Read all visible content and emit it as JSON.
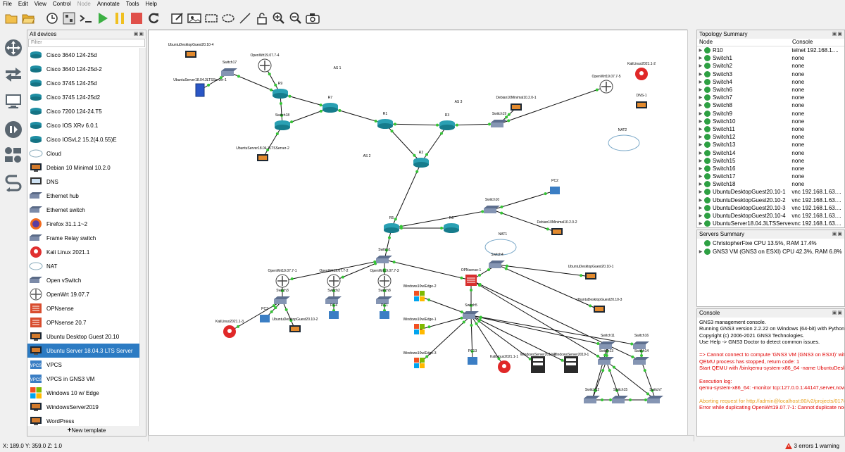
{
  "menu": [
    "File",
    "Edit",
    "View",
    "Control",
    "Node",
    "Annotate",
    "Tools",
    "Help"
  ],
  "devices_panel": {
    "title": "All devices",
    "filter_placeholder": "Filter",
    "items": [
      "Cisco 3640 124-25d",
      "Cisco 3640 124-25d-2",
      "Cisco 3745 124-25d",
      "Cisco 3745 124-25d2",
      "Cisco 7200 124-24.T5",
      "Cisco IOS XRv 6.0.1",
      "Cisco IOSvL2 15.2(4.0.55)E",
      "Cloud",
      "Debian 10 Minimal 10.2.0",
      "DNS",
      "Ethernet hub",
      "Ethernet switch",
      "Firefox 31.1.1~2",
      "Frame Relay switch",
      "Kali Linux 2021.1",
      "NAT",
      "Open vSwitch",
      "OpenWrt 19.07.7",
      "OPNsense",
      "OPNsense 20.7",
      "Ubuntu Desktop Guest 20.10",
      "Ubuntu Server 18.04.3 LTS Server",
      "VPCS",
      "VPCS in GNS3 VM",
      "Windows 10 w/ Edge",
      "WindowsServer2019",
      "WordPress"
    ],
    "selected_index": 21,
    "new_template": "New template"
  },
  "topology": {
    "title": "Topology Summary",
    "col_node": "Node",
    "col_console": "Console",
    "rows": [
      {
        "node": "R10",
        "console": "telnet 192.168.1...."
      },
      {
        "node": "Switch1",
        "console": "none"
      },
      {
        "node": "Switch2",
        "console": "none"
      },
      {
        "node": "Switch3",
        "console": "none"
      },
      {
        "node": "Switch4",
        "console": "none"
      },
      {
        "node": "Switch6",
        "console": "none"
      },
      {
        "node": "Switch7",
        "console": "none"
      },
      {
        "node": "Switch8",
        "console": "none"
      },
      {
        "node": "Switch9",
        "console": "none"
      },
      {
        "node": "Switch10",
        "console": "none"
      },
      {
        "node": "Switch11",
        "console": "none"
      },
      {
        "node": "Switch12",
        "console": "none"
      },
      {
        "node": "Switch13",
        "console": "none"
      },
      {
        "node": "Switch14",
        "console": "none"
      },
      {
        "node": "Switch15",
        "console": "none"
      },
      {
        "node": "Switch16",
        "console": "none"
      },
      {
        "node": "Switch17",
        "console": "none"
      },
      {
        "node": "Switch18",
        "console": "none"
      },
      {
        "node": "UbuntuDesktopGuest20.10-1",
        "console": "vnc 192.168.1.63...."
      },
      {
        "node": "UbuntuDesktopGuest20.10-2",
        "console": "vnc 192.168.1.63...."
      },
      {
        "node": "UbuntuDesktopGuest20.10-3",
        "console": "vnc 192.168.1.63...."
      },
      {
        "node": "UbuntuDesktopGuest20.10-4",
        "console": "vnc 192.168.1.63...."
      },
      {
        "node": "UbuntuServer18.04.3LTSServer-1",
        "console": "vnc 192.168.1.63...."
      }
    ]
  },
  "servers": {
    "title": "Servers Summary",
    "rows": [
      "ChristopherFixe CPU 13.5%, RAM 17.4%",
      "GNS3 VM (GNS3 on ESXI) CPU 42.3%, RAM 6.8%"
    ]
  },
  "console": {
    "title": "Console",
    "lines": [
      {
        "t": "GNS3 management console.",
        "c": ""
      },
      {
        "t": "Running GNS3 version 2.2.22 on Windows (64-bit) with Python 3.6.8 Qt",
        "c": ""
      },
      {
        "t": "Copyright (c) 2006-2021 GNS3 Technologies.",
        "c": ""
      },
      {
        "t": "Use Help -> GNS3 Doctor to detect common issues.",
        "c": ""
      },
      {
        "t": "",
        "c": ""
      },
      {
        "t": "=> Cannot connect to compute 'GNS3 VM (GNS3 on ESXI)' with request",
        "c": "err"
      },
      {
        "t": "QEMU process has stopped, return code: 1",
        "c": "err"
      },
      {
        "t": "Start QEMU with /bin/qemu-system-x86_64 -name UbuntuDesktopGuest",
        "c": "err"
      },
      {
        "t": "",
        "c": ""
      },
      {
        "t": "Execution log:",
        "c": "err"
      },
      {
        "t": "qemu-system-x86_64: -monitor tcp:127.0.0.1:44147,server,nowait: Fa",
        "c": "err"
      },
      {
        "t": "",
        "c": ""
      },
      {
        "t": "Aborting request for http://admin@localhost:80/v2/projects/017e52a",
        "c": "warn"
      },
      {
        "t": "Error while duplicating OpenWrt19.07.7-1: Cannot duplicate node da",
        "c": "err"
      }
    ]
  },
  "canvas": {
    "labels": [
      "AS 1",
      "AS 2",
      "AS 3",
      "NAT1",
      "NAT2",
      "UbuntuDesktopGuest20.10-4",
      "OpenWrt19.07.7-4",
      "UbuntuServer18.04.3LTSServer-1",
      "Switch17",
      "R9",
      "R7",
      "R1",
      "R3",
      "R2",
      "R5",
      "R6",
      "Switch18",
      "Switch10",
      "Switch1",
      "Debian10Minimal10.2.0-1",
      "Debian10Minimal10.2.0-2",
      "UbuntuServer18.04.3LTSServer-2",
      "OpenWrt19.07.7-5",
      "KaliLinux2021.1-2",
      "Switch19",
      "DNS-1",
      "PC2",
      "OpenWrt19.07.7-1",
      "OpenWrt19.07.7-2",
      "OpenWrt19.07.7-3",
      "Switch3",
      "Switch2",
      "Switch8",
      "KaliLinux2021.1-3",
      "PC3",
      "PC4",
      "PC1",
      "UbuntuDesktopGuest20.10-2",
      "OPNsense-1",
      "Switch4",
      "Windows10w/Edge-2",
      "Windows10w/Edge-1",
      "Windows10w/Edge-3",
      "Switch5",
      "PC13",
      "KaliLinux2021.1-1",
      "WindowsServer2019-2",
      "WindowsServer2019-1",
      "UbuntuDesktopGuest20.10-1",
      "UbuntuDesktopGuest20.10-3",
      "Switch11",
      "Switch16",
      "Switch13",
      "Switch14",
      "Switch12",
      "Switch15",
      "Switch7"
    ]
  },
  "status": {
    "coords": "X: 189.0 Y: 359.0 Z: 1.0",
    "errors": "3 errors 1 warning"
  }
}
